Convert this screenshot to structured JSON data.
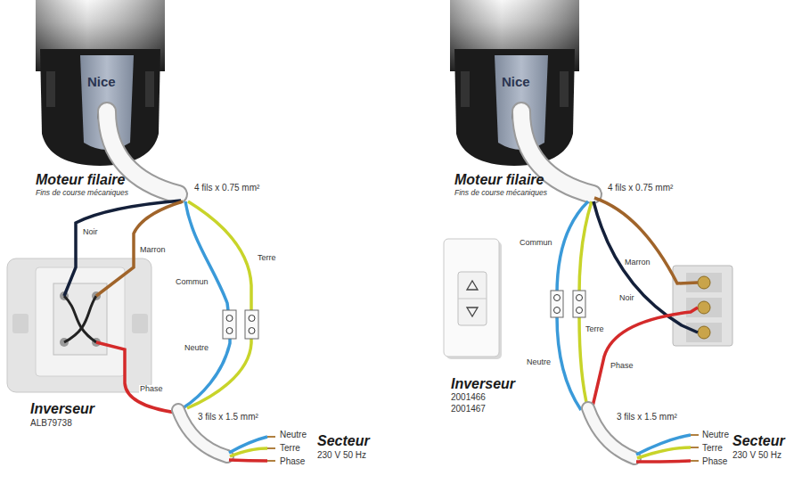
{
  "diagram": {
    "labels": [
      "Nice",
      "Moteur filaire",
      "Fins de course mécaniques",
      "4 fils x 0.75 mm²",
      "Noir",
      "Marron",
      "Terre",
      "Commun",
      "Neutre",
      "Phase",
      "Inverseur",
      "ALB79738",
      "3 fils x 1.5 mm²",
      "Neutre",
      "Terre",
      "Phase",
      "Secteur",
      "230 V 50 Hz",
      "Nice",
      "Moteur filaire",
      "Fins de course mécaniques",
      "4 fils x 0.75 mm²",
      "Commun",
      "Marron",
      "Noir",
      "Terre",
      "Phase",
      "Neutre",
      "Inverseur",
      "2001466",
      "2001467",
      "3 fils x 1.5 mm²",
      "Neutre",
      "Terre",
      "Phase",
      "Secteur",
      "230 V 50 Hz"
    ]
  }
}
